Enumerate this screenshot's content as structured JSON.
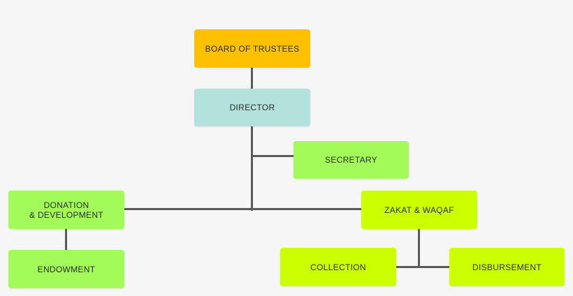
{
  "org_chart": {
    "board": {
      "label": "BOARD OF TRUSTEES",
      "color": "#ffc000"
    },
    "director": {
      "label": "DIRECTOR",
      "color": "#b3e2dc"
    },
    "secretary": {
      "label": "SECRETARY",
      "color": "#a2fb58"
    },
    "donation": {
      "label": "DONATION\n& DEVELOPMENT",
      "color": "#a2fb58"
    },
    "endowment": {
      "label": "ENDOWMENT",
      "color": "#a2fb58"
    },
    "zakat": {
      "label": "ZAKAT & WAQAF",
      "color": "#ccff00"
    },
    "collection": {
      "label": "COLLECTION",
      "color": "#ccff00"
    },
    "disbursement": {
      "label": "DISBURSEMENT",
      "color": "#ccff00"
    },
    "connector_color": "#5a5a5a"
  }
}
